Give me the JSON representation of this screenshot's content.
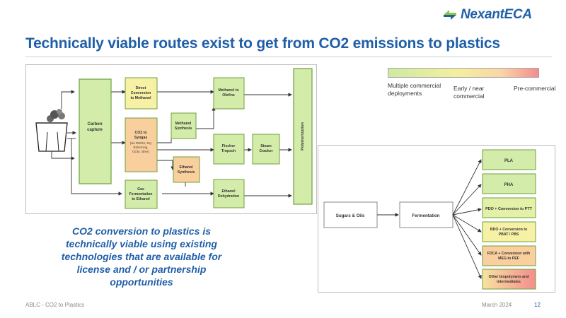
{
  "header": {
    "logo_text": "NexantECA",
    "title": "Technically viable routes exist to get from CO2 emissions to plastics"
  },
  "co2_diagram": {
    "carbon_capture": "Carbon capture",
    "direct_conversion": "Direct Conversion to Methanol",
    "co2_syngas": "CO2 to Syngas",
    "co2_syngas_note": "(via RWGS, Dry Reforming, OCM, other)",
    "methanol_synthesis": "Methanol Synthesis",
    "ethanol_synthesis": "Ethanol Synthesis",
    "gas_fermentation": "Gas Fermentation to Ethanol",
    "methanol_olefins": "Methanol to Olefins",
    "fischer_tropsch": "Fischer Tropsch",
    "steam_cracker": "Steam Cracker",
    "ethanol_dehydration": "Ethanol Dehydration",
    "polymerization": "Polymerization"
  },
  "legend": {
    "left": "Multiple commercial deployments",
    "mid": "Early / near commercial",
    "right": "Pre-commercial"
  },
  "bio_diagram": {
    "sugars_oils": "Sugars & Oils",
    "fermentation": "Fermentation",
    "products": [
      "PLA",
      "PHA",
      "PDO + Conversion to PTT",
      "BDO + Conversion to PBAT / PBS",
      "FDCA + Conversion with MEG to PEF",
      "Other biopolymers and intermediates"
    ]
  },
  "callout": "CO2 conversion to plastics is technically viable using existing technologies that are available for license and / or partnership opportunities",
  "footer": {
    "left": "ABLC - CO2 to Plastics",
    "date": "March 2024",
    "page": "12"
  },
  "colors": {
    "brand_blue": "#1f5fa8",
    "green_box": "#d3ecaa",
    "yellow_box": "#f7f1a6",
    "orange_box": "#f9cf9d",
    "green_border": "#6fa03e"
  }
}
